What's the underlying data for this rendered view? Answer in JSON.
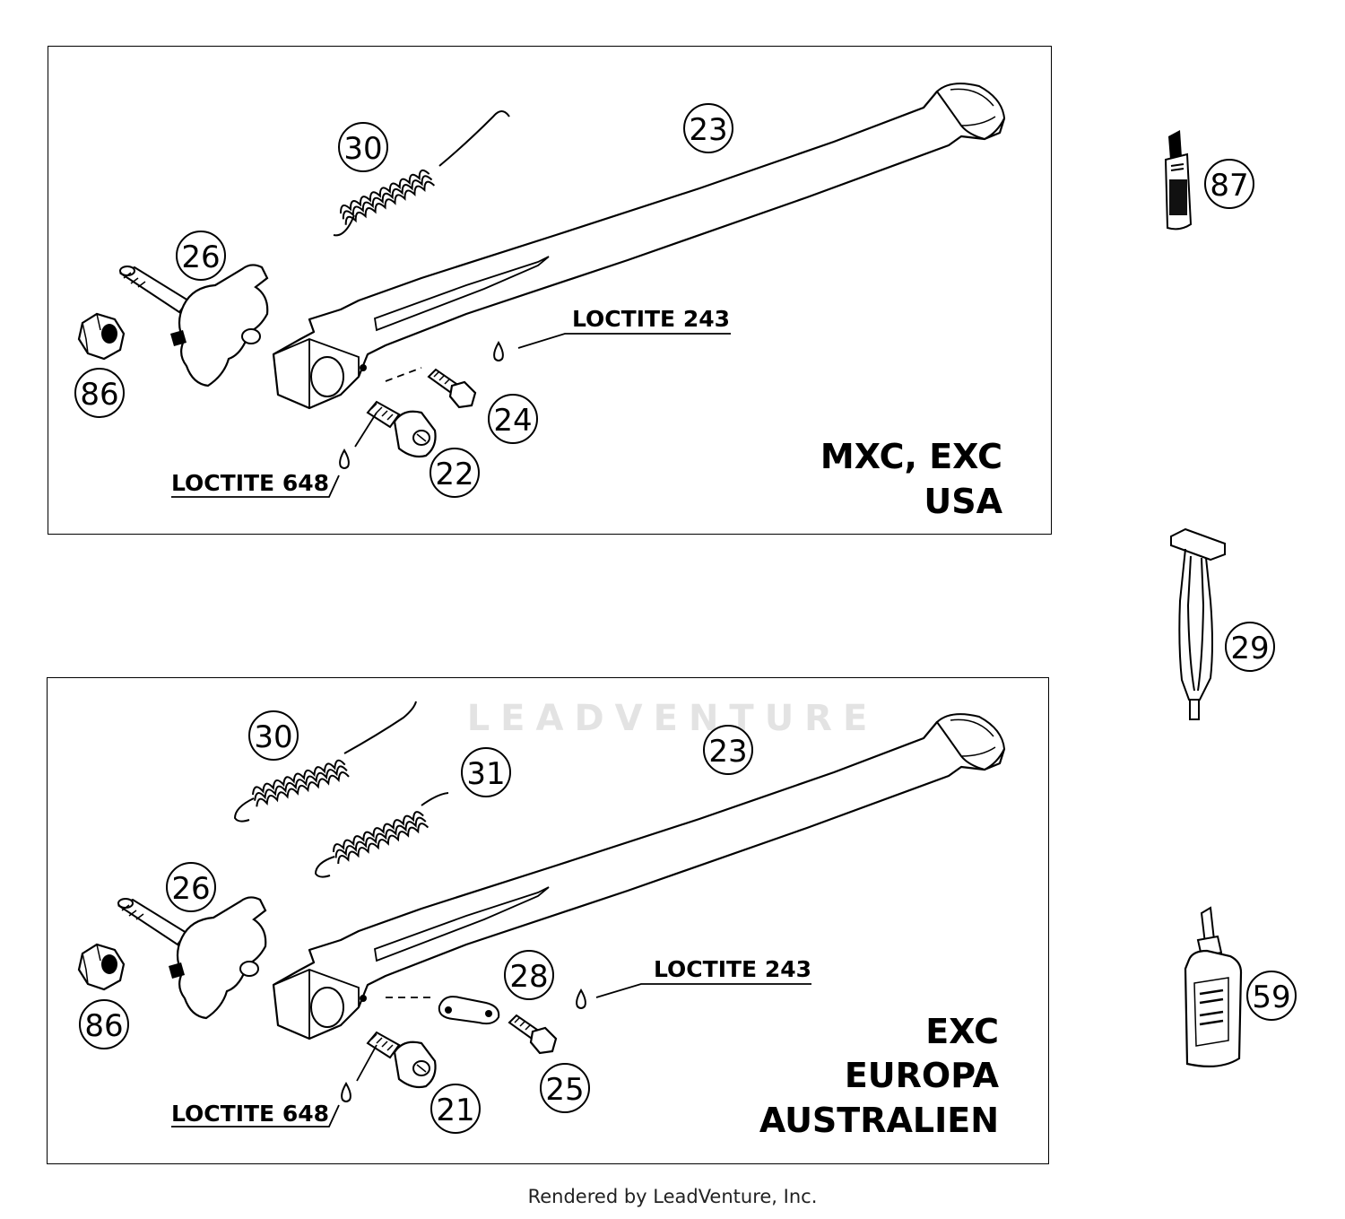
{
  "callouts": {
    "top_30": "30",
    "top_23": "23",
    "top_26": "26",
    "top_86": "86",
    "top_24": "24",
    "top_22": "22",
    "bot_30": "30",
    "bot_31": "31",
    "bot_23": "23",
    "bot_26": "26",
    "bot_86": "86",
    "bot_28": "28",
    "bot_25": "25",
    "bot_21": "21",
    "side_87": "87",
    "side_29": "29",
    "side_59": "59"
  },
  "labels": {
    "top_loctite_243": "LOCTITE 243",
    "top_loctite_648": "LOCTITE 648",
    "bot_loctite_243": "LOCTITE 243",
    "bot_loctite_648": "LOCTITE 648"
  },
  "regions": {
    "top": [
      "MXC, EXC",
      "USA"
    ],
    "bottom": [
      "EXC",
      "EUROPA",
      "AUSTRALIEN"
    ]
  },
  "watermark": "LEADVENTURE",
  "footer": "Rendered by LeadVenture, Inc."
}
